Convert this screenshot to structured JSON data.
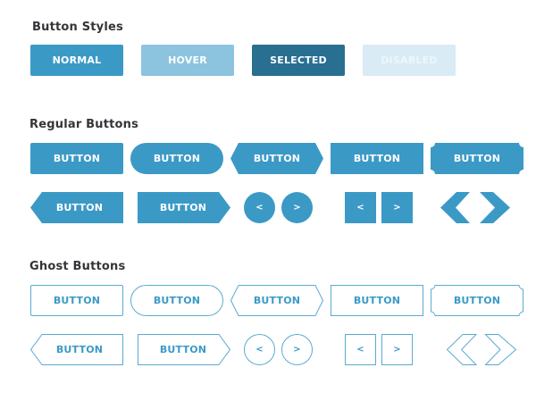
{
  "colors": {
    "primary": "#3b99c6",
    "hover": "#8cc3df",
    "selected": "#286f92",
    "disabled": "#d9ebf4",
    "disabled_text": "#eef6fa",
    "ghost_border": "#5aaad2",
    "title_text": "#333538"
  },
  "sections": {
    "styles": {
      "title": "Button Styles"
    },
    "regular": {
      "title": "Regular Buttons"
    },
    "ghost": {
      "title": "Ghost Buttons"
    }
  },
  "style_buttons": [
    {
      "label": "NORMAL",
      "state": "normal"
    },
    {
      "label": "HOVER",
      "state": "hover"
    },
    {
      "label": "SELECTED",
      "state": "selected"
    },
    {
      "label": "DISABLED",
      "state": "disabled"
    }
  ],
  "regular": {
    "rect": "BUTTON",
    "pill": "BUTTON",
    "hexagon": "BUTTON",
    "flat": "BUTTON",
    "ticket": "BUTTON",
    "arrow_left": "BUTTON",
    "arrow_right": "BUTTON",
    "circle_prev": "<",
    "circle_next": ">",
    "square_prev": "<",
    "square_next": ">"
  },
  "ghost": {
    "rect": "BUTTON",
    "pill": "BUTTON",
    "hexagon": "BUTTON",
    "flat": "BUTTON",
    "ticket": "BUTTON",
    "arrow_left": "BUTTON",
    "arrow_right": "BUTTON",
    "circle_prev": "<",
    "circle_next": ">",
    "square_prev": "<",
    "square_next": ">"
  },
  "icons": {
    "chevron_left": "chevron-left-icon",
    "chevron_right": "chevron-right-icon"
  }
}
